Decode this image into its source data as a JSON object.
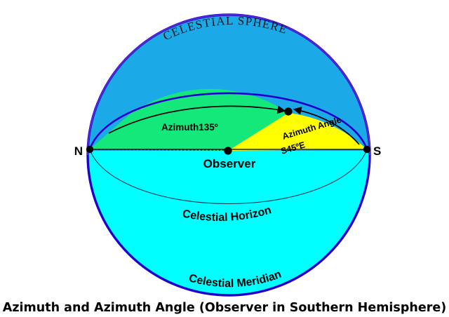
{
  "figure": {
    "caption": "Azimuth and Azimuth Angle (Observer in Southern Hemisphere)",
    "sphere_label": "CELESTIAL SPHERE",
    "horizon_label": "Celestial Horizon",
    "meridian_label": "Celestial Meridian",
    "observer_label": "Observer",
    "azimuth_label": "Azimuth135º",
    "azimuth_angle_label_line1": "Azimuth Angle",
    "azimuth_angle_label_line2": "S45ºE",
    "cardinal_north": "N",
    "cardinal_south": "S"
  },
  "values": {
    "azimuth_degrees": "135",
    "azimuth_angle": "S45ºE",
    "hemisphere": "Southern Hemisphere"
  },
  "colors": {
    "sphere_upper": "#1BA9E8",
    "sphere_lower": "#00FFFF",
    "azimuth_sector": "#14E87B",
    "azimuth_angle_sector": "#FFFF00",
    "sphere_outline": "#2200CC",
    "sphere_outline_top": "#5B2FD4",
    "line_dark": "#000000",
    "background": "#FFFFFF"
  }
}
